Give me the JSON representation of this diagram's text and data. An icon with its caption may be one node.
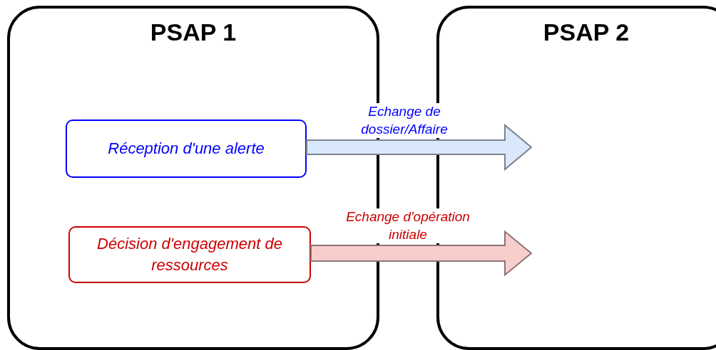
{
  "diagram": {
    "nodes": [
      {
        "text": [
          "PSAP 1"
        ]
      },
      {
        "text": [
          "PSAP 2"
        ]
      },
      {
        "text": [
          "Réception d'une alerte"
        ],
        "in": 0
      },
      {
        "text": [
          "Décision d'engagement de ressources"
        ],
        "in": 0
      }
    ],
    "edges": [
      {
        "from": 2,
        "to": 1,
        "arrow": "to",
        "label": "Echange de dossier/Affaire",
        "style": "thick",
        "color": "#dae8fc"
      },
      {
        "from": 3,
        "to": 1,
        "arrow": "to",
        "label": "Echange d'opération initiale",
        "style": "thick",
        "color": "#f8cecc"
      }
    ]
  }
}
